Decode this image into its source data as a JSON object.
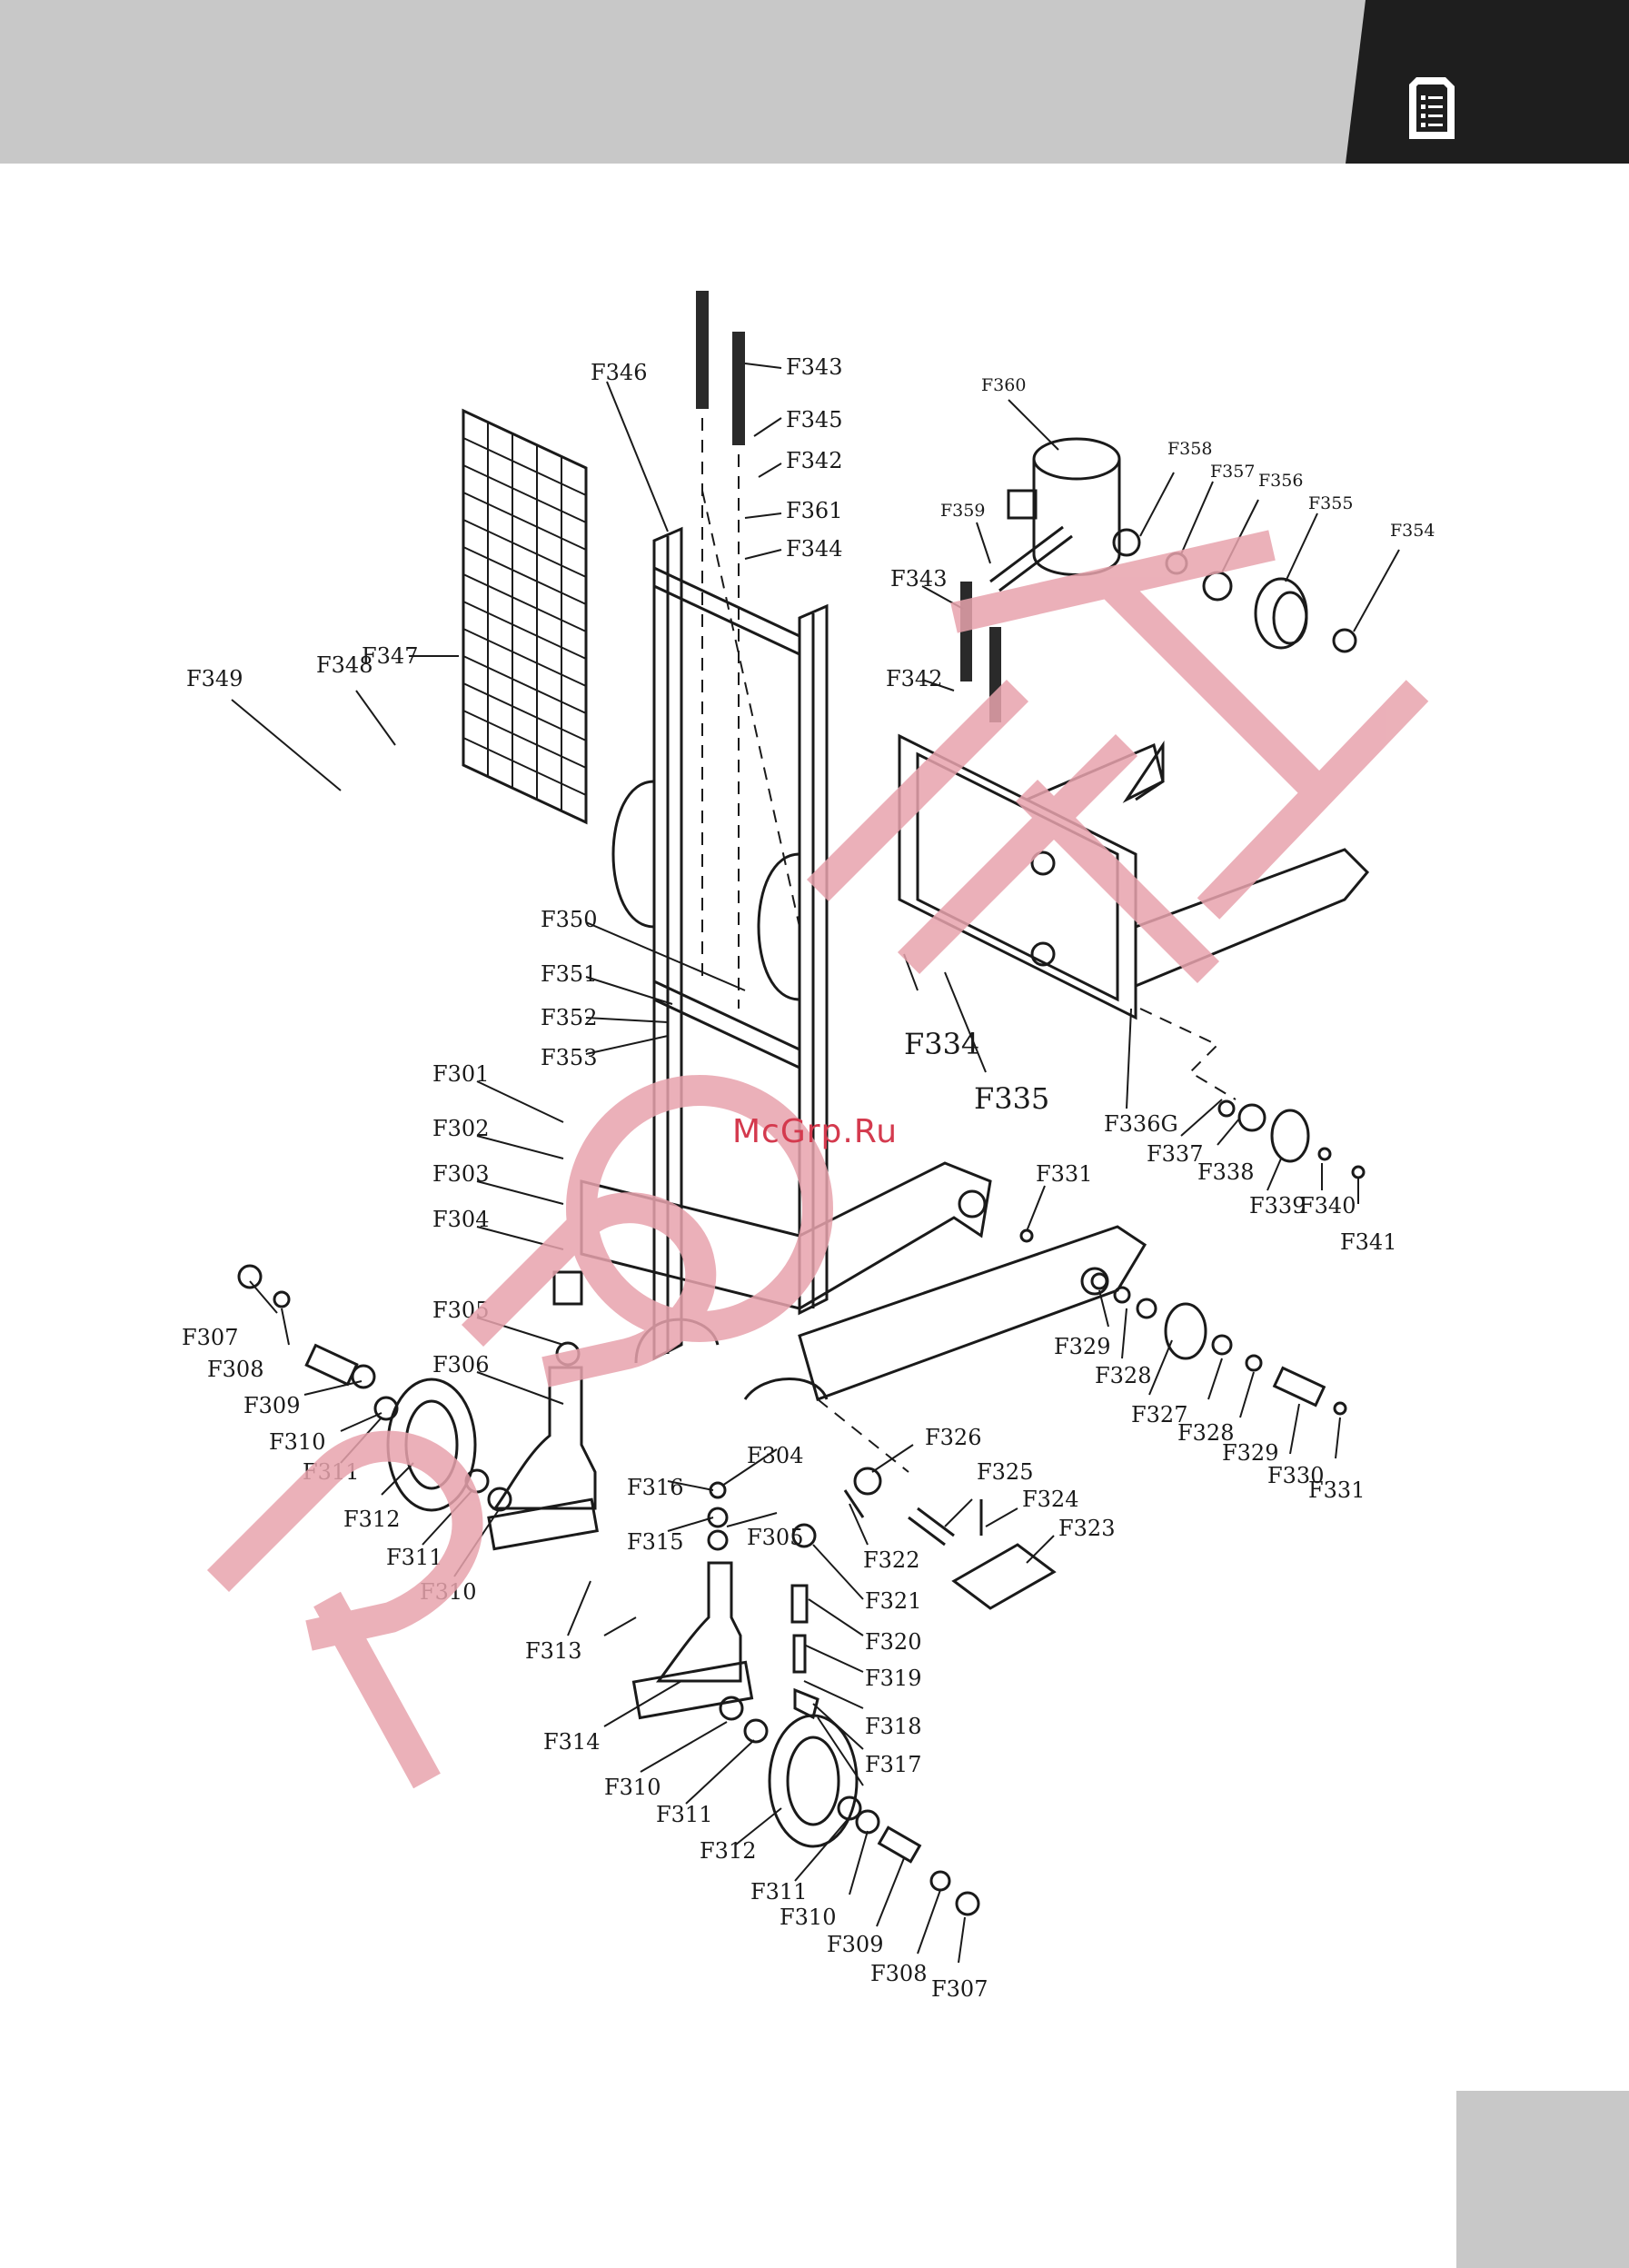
{
  "header": {
    "icon": "document-list-icon",
    "colors": {
      "bar": "#c8c8c8",
      "tab": "#1e1e1e"
    }
  },
  "watermark": {
    "site": "McGrp.Ru",
    "stamp": "PROFIT",
    "color": "#d43a4e"
  },
  "parts": {
    "F301": "F301",
    "F302": "F302",
    "F303": "F303",
    "F304a": "F304",
    "F304b": "F304",
    "F305a": "F305",
    "F305b": "F305",
    "F306": "F306",
    "F307a": "F307",
    "F307b": "F307",
    "F308a": "F308",
    "F308b": "F308",
    "F309a": "F309",
    "F309b": "F309",
    "F310a": "F310",
    "F310b": "F310",
    "F310c": "F310",
    "F310d": "F310",
    "F311a": "F311",
    "F311b": "F311",
    "F311c": "F311",
    "F311d": "F311",
    "F312a": "F312",
    "F312b": "F312",
    "F313": "F313",
    "F314": "F314",
    "F315": "F315",
    "F316": "F316",
    "F317": "F317",
    "F318": "F318",
    "F319": "F319",
    "F320": "F320",
    "F321": "F321",
    "F322": "F322",
    "F323": "F323",
    "F324": "F324",
    "F325": "F325",
    "F326": "F326",
    "F327": "F327",
    "F328a": "F328",
    "F328b": "F328",
    "F329a": "F329",
    "F329b": "F329",
    "F330": "F330",
    "F331a": "F331",
    "F331b": "F331",
    "F334": "F334",
    "F335": "F335",
    "F336G": "F336G",
    "F337": "F337",
    "F338": "F338",
    "F339": "F339",
    "F340": "F340",
    "F341": "F341",
    "F342a": "F342",
    "F342b": "F342",
    "F343a": "F343",
    "F343b": "F343",
    "F344": "F344",
    "F345": "F345",
    "F346": "F346",
    "F347": "F347",
    "F348": "F348",
    "F349": "F349",
    "F350": "F350",
    "F351": "F351",
    "F352": "F352",
    "F353": "F353",
    "F354": "F354",
    "F355": "F355",
    "F356": "F356",
    "F357": "F357",
    "F358": "F358",
    "F359": "F359",
    "F360": "F360",
    "F361": "F361"
  }
}
